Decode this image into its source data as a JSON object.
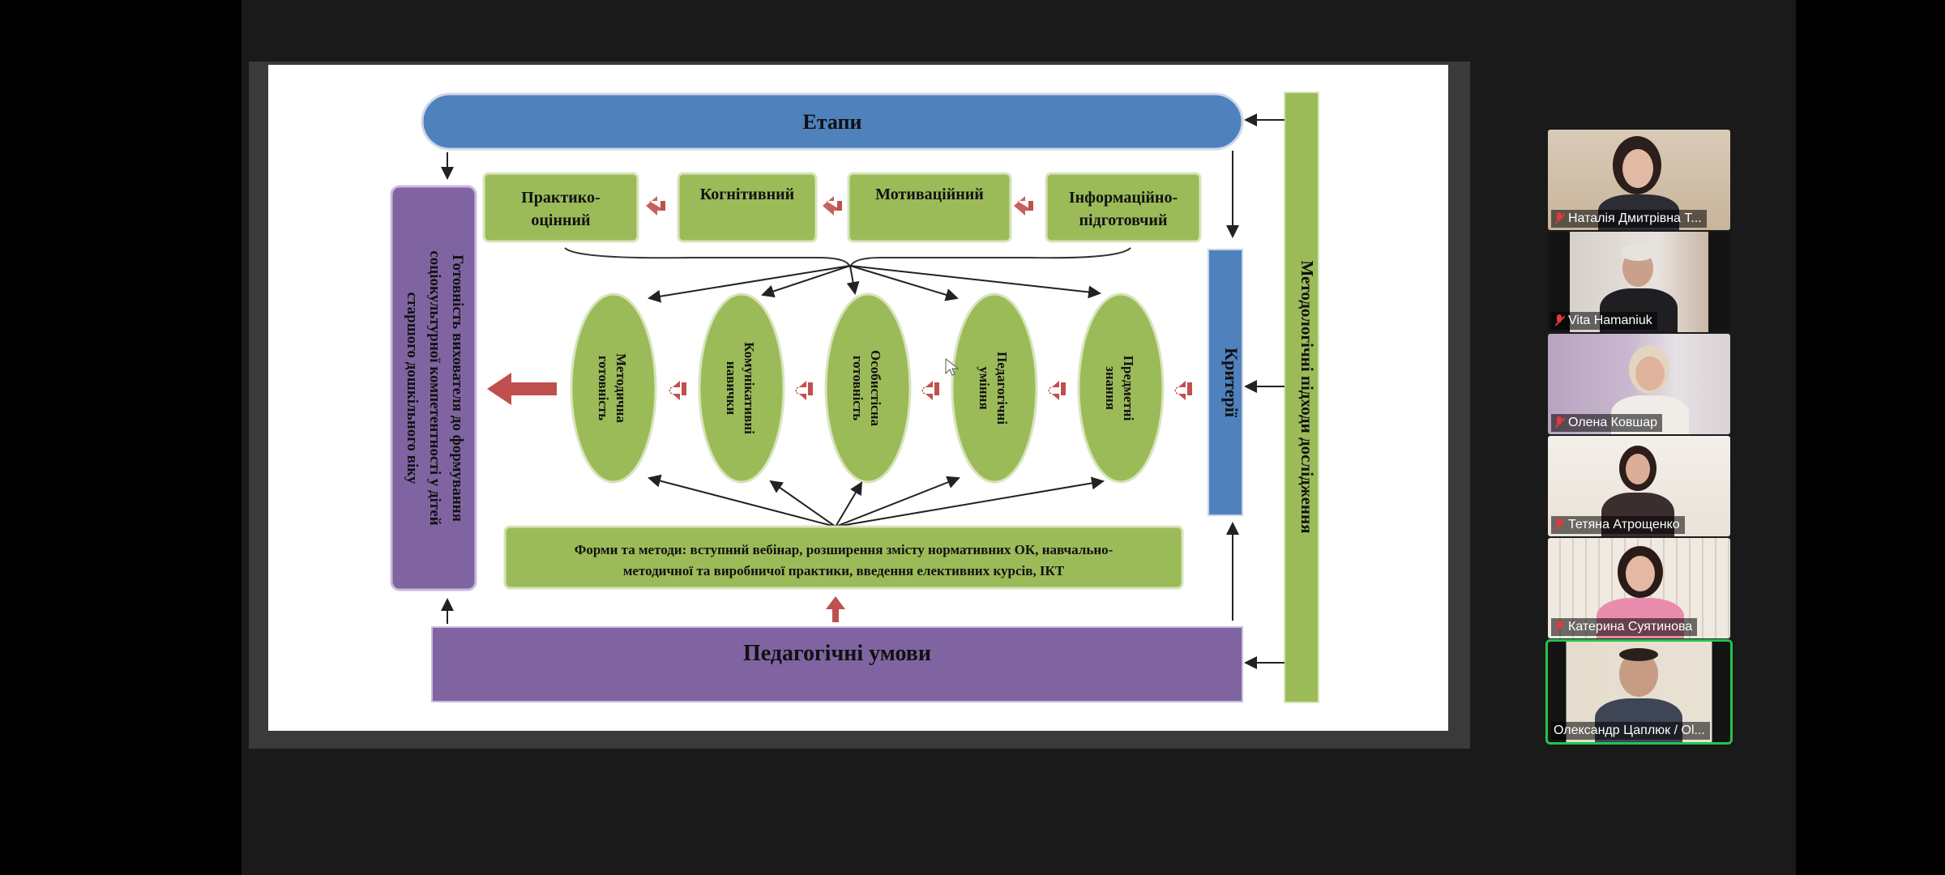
{
  "slide": {
    "etapy": "Етапи",
    "stages": [
      "Практико-",
      "оцінний",
      "Когнітивний",
      "Мотиваційний",
      "Інформаційно-",
      "підготовчий"
    ],
    "readiness_lines": [
      "Готовність вихователя до формування",
      "соціокультурної компетентності у дітей",
      "старшого дошкільного віку"
    ],
    "methodology": "Методологічні підходи дослідження",
    "kryterii": "Критерії",
    "ellipses": [
      [
        "Методична",
        "готовність"
      ],
      [
        "Комунікативні",
        "навички"
      ],
      [
        "Особистісна",
        "готовність"
      ],
      [
        "Педагогічні",
        "уміння"
      ],
      [
        "Предметні",
        "знання"
      ]
    ],
    "forms_line1": "Форми та методи: вступний вебінар, розширення змісту нормативних ОК, навчально-",
    "forms_line2": "методичної та виробничої практики, введення елективних курсів, ІКТ",
    "conditions": "Педагогічні умови",
    "colors": {
      "blue": "#4f81bd",
      "green": "#9bbb59",
      "purple": "#8064a2",
      "red": "#c0504d"
    }
  },
  "participants": [
    {
      "name": "Наталія Дмитрівна Т...",
      "muted": true
    },
    {
      "name": "Vita Hamaniuk",
      "muted": true
    },
    {
      "name": "Олена Ковшар",
      "muted": true
    },
    {
      "name": "Тетяна Атрощенко",
      "muted": true
    },
    {
      "name": "Катерина Суятинова",
      "muted": true
    },
    {
      "name": "Олександр Цаплюк / Ol...",
      "muted": false,
      "active_speaker": true
    }
  ]
}
